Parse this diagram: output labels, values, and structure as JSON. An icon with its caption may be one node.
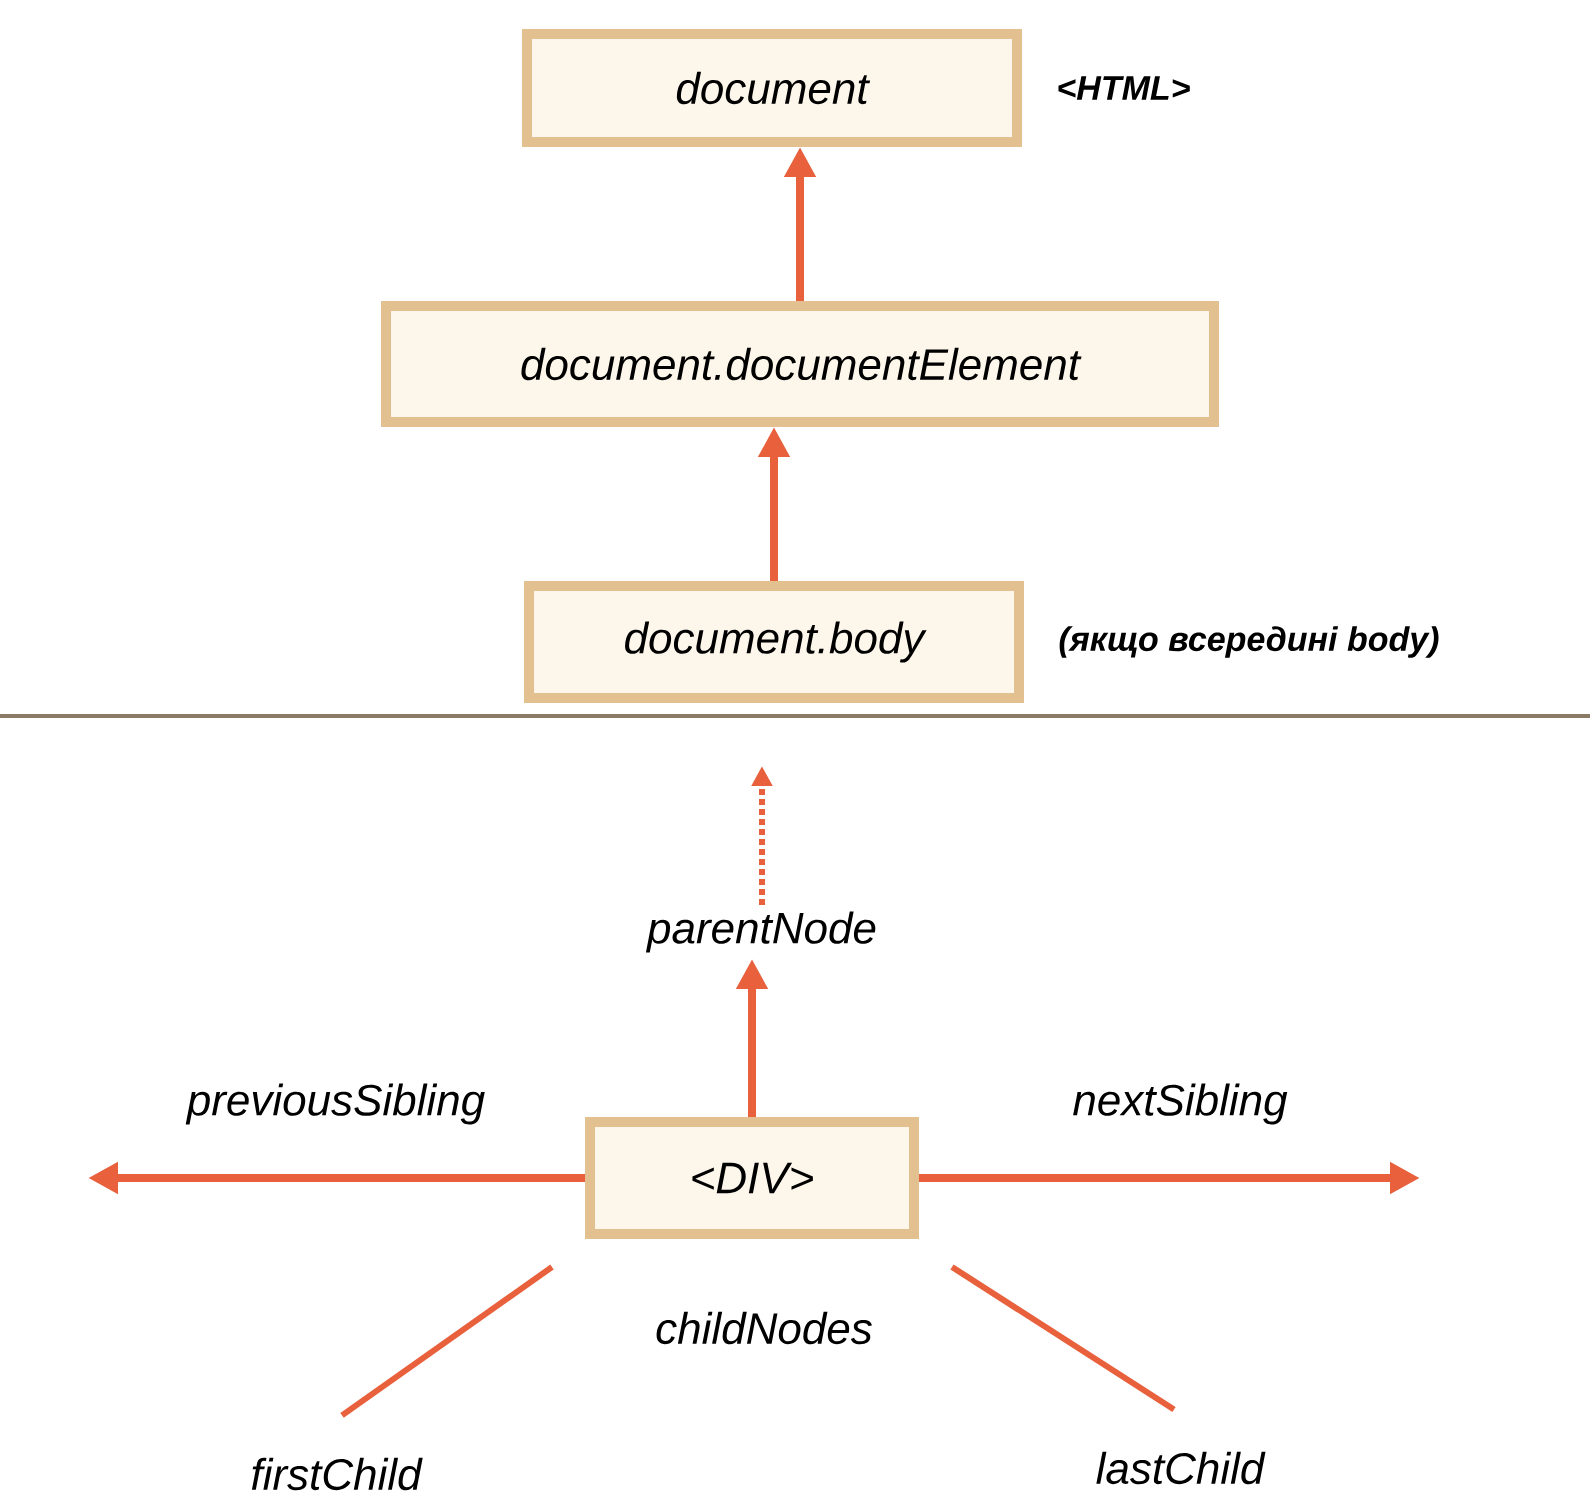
{
  "diagram": {
    "nodes": [
      {
        "text": [
          "document"
        ],
        "beside": [
          "<HTML>"
        ]
      },
      {
        "text": [
          "document.documentElement"
        ]
      },
      {
        "text": [
          "document.body"
        ],
        "beside": [
          "(якщо всередині body)"
        ]
      },
      {
        "text": [
          "<DIV>"
        ]
      },
      {
        "text": [
          "parentNode"
        ]
      },
      {
        "text": [
          "firstChild"
        ]
      },
      {
        "text": [
          "lastChild"
        ]
      }
    ],
    "edges": [
      {
        "from": 1,
        "to": 0,
        "arrow": "to"
      },
      {
        "from": 2,
        "to": 1,
        "arrow": "to"
      },
      {
        "from": 3,
        "to": 4,
        "arrow": "to"
      },
      {
        "from": 4,
        "to": null,
        "arrow": "to",
        "style": "dashed"
      },
      {
        "from": 3,
        "to": null,
        "arrow": "to",
        "label": "previousSibling"
      },
      {
        "from": 3,
        "to": null,
        "arrow": "to",
        "label": "nextSibling"
      },
      {
        "from": 3,
        "to": 5,
        "arrow": "none"
      },
      {
        "from": 3,
        "to": 6,
        "arrow": "none"
      }
    ],
    "labels": [
      "childNodes"
    ]
  }
}
